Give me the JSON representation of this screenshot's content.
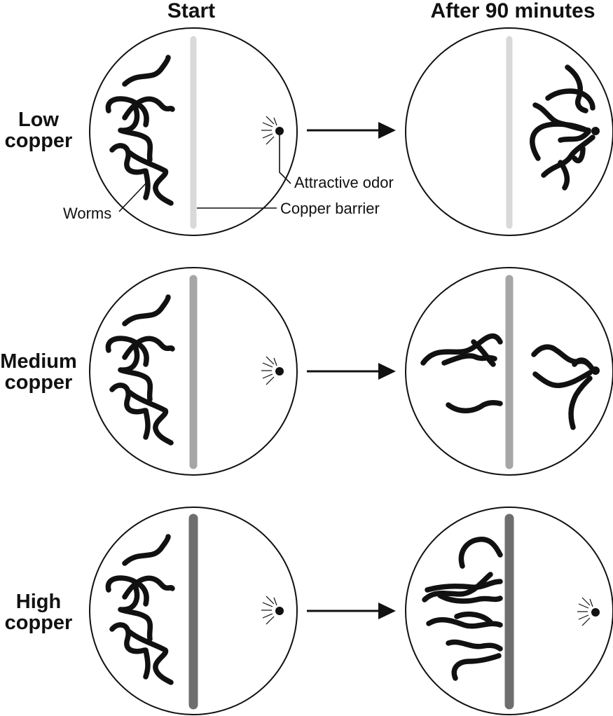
{
  "headers": {
    "start": "Start",
    "after": "After 90 minutes"
  },
  "rows": [
    {
      "label_line1": "Low",
      "label_line2": "copper",
      "barrier_color": "#d9d9d9"
    },
    {
      "label_line1": "Medium",
      "label_line2": "copper",
      "barrier_color": "#a6a6a6"
    },
    {
      "label_line1": "High",
      "label_line2": "copper",
      "barrier_color": "#6e6e6e"
    }
  ],
  "annotations": {
    "odor": "Attractive odor",
    "barrier": "Copper barrier",
    "worms": "Worms"
  },
  "icons": {
    "odor_source": "radiating-dot-icon",
    "arrow": "right-arrow-icon"
  }
}
